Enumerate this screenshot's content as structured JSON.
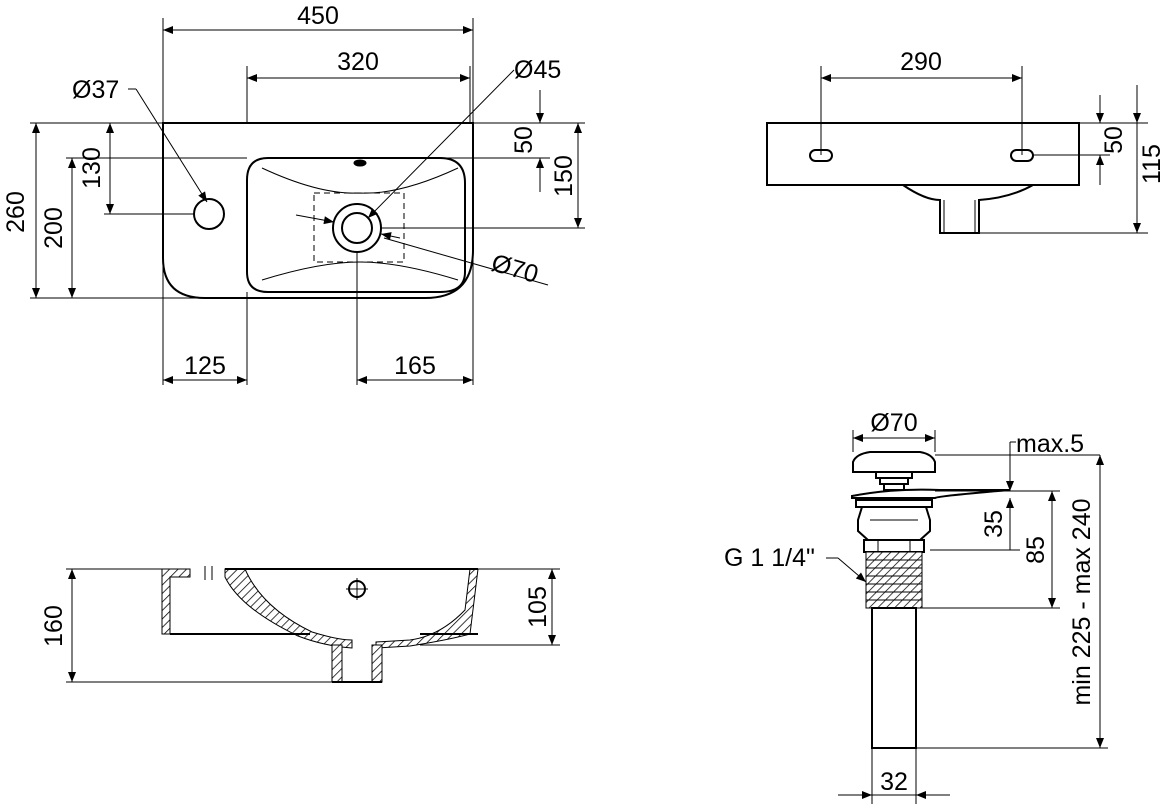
{
  "top_view": {
    "width": "450",
    "bowl_width": "320",
    "tap_hole": "Ø37",
    "drain_hole": "Ø45",
    "overflow_drop": "50",
    "tap_offset": "130",
    "bowl_depth": "150",
    "total_depth": "260",
    "bowl_inner_depth": "200",
    "drain_cover": "Ø70",
    "left_offset": "125",
    "drain_offset": "165"
  },
  "rear_view": {
    "fixing_spacing": "290",
    "fixing_height": "50",
    "body_height": "115"
  },
  "section_view": {
    "total_height": "160",
    "bowl_height": "105"
  },
  "drain_valve": {
    "cap_diameter": "Ø70",
    "max_protrusion": "max.5",
    "thread": "G 1 1/4\"",
    "flange_to_thread": "35",
    "thread_length": "85",
    "total_length": "min 225 - max 240",
    "pipe_diameter": "32"
  }
}
